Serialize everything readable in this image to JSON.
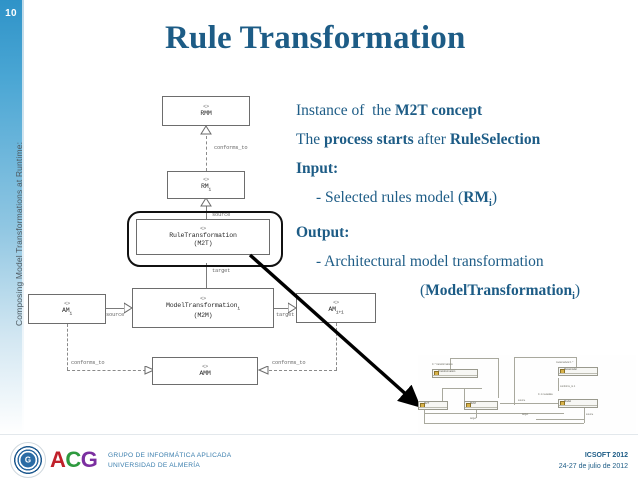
{
  "slide": {
    "number": "10",
    "side_title": "Composing Model Transformations at Runtime:",
    "title": "Rule Transformation"
  },
  "bullets": [
    {
      "id": "b1",
      "html": "Instance of&nbsp; the <b>M2T concept</b>"
    },
    {
      "id": "b2",
      "html": "The <b>process starts</b> after <b>RuleSelection</b>"
    },
    {
      "id": "b3",
      "html": "<b>Input:</b>"
    },
    {
      "id": "b4",
      "html": "- Selected rules model (<b>RM<sub>i</sub></b>)",
      "indent": 1
    },
    {
      "id": "b5",
      "html": "<b>Output:</b>"
    },
    {
      "id": "b6",
      "html": "- Architectural model transformation",
      "indent": 1
    },
    {
      "id": "b7",
      "html": "(<b>ModelTransformation<sub>i</sub></b>)",
      "indent": 2
    }
  ],
  "diagram": {
    "nodes": [
      {
        "id": "n-rmm",
        "stereotype": "<<metamodel>>",
        "name": "RMM"
      },
      {
        "id": "n-rmi",
        "stereotype": "<<model>>",
        "name": "RM<sub>i</sub>"
      },
      {
        "id": "n-rt",
        "stereotype": "<<transformation>>",
        "name": "RuleTransformation<br>(M2T)"
      },
      {
        "id": "n-ami",
        "stereotype": "<<model>>",
        "name": "AM<sub>i</sub>"
      },
      {
        "id": "n-mt",
        "stereotype": "<<transformation>>",
        "name": "ModelTransformation<sub>i</sub><br>(M2M)"
      },
      {
        "id": "n-amip1",
        "stereotype": "<<model>>",
        "name": "AM<sub>i+1</sub>"
      },
      {
        "id": "n-amm",
        "stereotype": "<<metamodel>>",
        "name": "AMM"
      }
    ],
    "edge_labels": {
      "conforms_to_top": "conforms_to",
      "source_top": "source",
      "target_top": "target",
      "source_bottom": "source",
      "target_bottom": "target",
      "conforms_to_left": "conforms_to",
      "conforms_to_right": "conforms_to"
    }
  },
  "thumbnail": {
    "boxes": [
      {
        "id": "t-transformation",
        "label": "Transformation"
      },
      {
        "id": "t-metamodel",
        "label": "Metamodel"
      },
      {
        "id": "t-m2t",
        "label": "M2T"
      },
      {
        "id": "t-m2m",
        "label": "M2M"
      },
      {
        "id": "t-model",
        "label": "Model"
      }
    ],
    "labels": {
      "transformations": "0..* transformations",
      "metamodels": "metamodels 0..*",
      "conforms_to": "conforms_to 1",
      "metadata": "0..1 metadata",
      "source": "source",
      "target": "target",
      "target2": "target",
      "source2": "source"
    }
  },
  "footer": {
    "logo_letters": [
      "A",
      "C",
      "G"
    ],
    "org_line1": "GRUPO DE INFORMÁTICA APLICADA",
    "org_line2": "UNIVERSIDAD DE ALMERÍA",
    "event": "ICSOFT 2012",
    "dates": "24-27 de julio de 2012"
  },
  "colors": {
    "accent_blue": "#1d5c86",
    "sidebar_blue": "#2f93c8",
    "logo_a": "#c0202a",
    "logo_c": "#2e9a3e",
    "logo_g": "#7b2fa0"
  }
}
